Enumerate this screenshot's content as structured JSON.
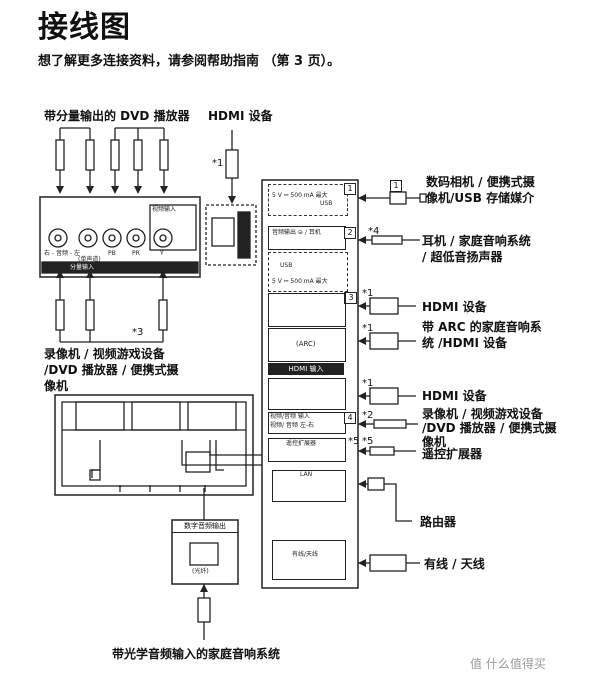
{
  "title": "接线图",
  "intro": "想了解更多连接资料，请参阅帮助指南 （第 3 页）。",
  "left_device": {
    "label": "带分量输出的 DVD 播放器",
    "panel_video_input": "视频输入",
    "panel_component_input": "分量输入",
    "jack_labels": [
      "右 - 音频 - 左",
      "(单声道)",
      "PB",
      "PR",
      "Y"
    ],
    "bottom_label_lines": [
      "录像机 / 视频游戏设备",
      "/DVD 播放器 / 便携式摄",
      "像机"
    ],
    "footnote": "*3"
  },
  "hdmi_top": {
    "label": "HDMI 设备",
    "footnote": "*1"
  },
  "right_devices": [
    {
      "lines": [
        "数码相机 / 便携式摄",
        "像机/USB 存储媒介"
      ],
      "box_num": "1"
    },
    {
      "lines": [
        "耳机 / 家庭音响系统",
        "/ 超低音扬声器"
      ],
      "footnote": "*4"
    },
    {
      "lines": [
        "HDMI 设备"
      ],
      "footnote": "*1"
    },
    {
      "lines": [
        "带 ARC 的家庭音响系",
        "统 /HDMI 设备"
      ],
      "footnote": "*1"
    },
    {
      "lines": [
        "HDMI  设备"
      ],
      "footnote": "*1"
    },
    {
      "lines": [
        "录像机 / 视频游戏设备",
        "/DVD 播放器 / 便携式摄",
        "像机"
      ],
      "footnote": "*2"
    },
    {
      "lines": [
        "遥控扩展器"
      ],
      "footnote": "*5"
    },
    {
      "lines": [
        "路由器"
      ]
    },
    {
      "lines": [
        "有线 / 天线"
      ]
    }
  ],
  "panel": {
    "headphone": "音频输出 ⊖ / 耳机",
    "usb1": "USB",
    "usb2": "USB",
    "usb_power": "5 V ⎓ 500 mA 最大",
    "usb_power_top": "5 V ⎓ 500 mA 最大",
    "hdmi_arc": "(ARC)",
    "hdmi_banner": "HDMI 输入",
    "video_audio": "视频/音频 输入",
    "video_audio_sub": "视频/ 音频 左-右",
    "ir_blaster": "遥控扩展器",
    "lan": "LAN",
    "antenna": "有线/天线",
    "side_star5": "*5",
    "box_nums": [
      "1",
      "2",
      "3",
      "3",
      "4"
    ]
  },
  "optical": {
    "header": "数字音频输出",
    "sub": "(光纤)",
    "bottom_label": "带光学音频输入的家庭音响系统"
  },
  "watermark": "值 什么值得买",
  "colors": {
    "line": "#222222",
    "accent": "#000000"
  }
}
